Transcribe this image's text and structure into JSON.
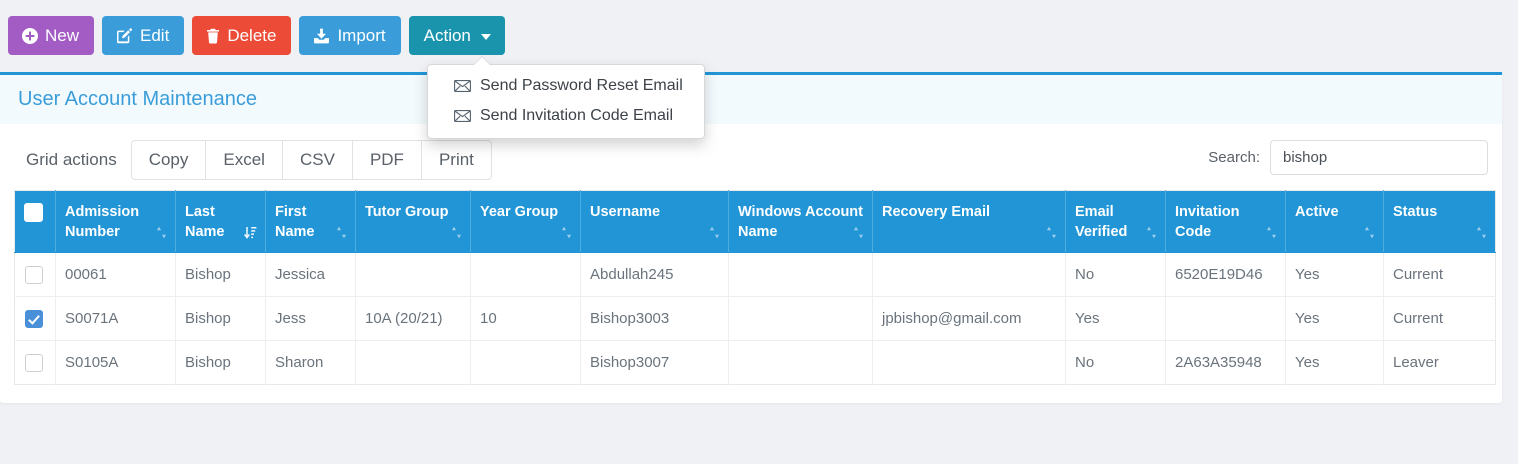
{
  "toolbar": {
    "buttons": [
      {
        "label": "New",
        "icon": "plus-circle-icon",
        "color": "#a25cc4"
      },
      {
        "label": "Edit",
        "icon": "pencil-square-icon",
        "color": "#3a9dda"
      },
      {
        "label": "Delete",
        "icon": "trash-icon",
        "color": "#ec4b38"
      },
      {
        "label": "Import",
        "icon": "download-inbox-icon",
        "color": "#3a9dda"
      },
      {
        "label": "Action",
        "icon": "caret-down-icon",
        "color": "#1a93ad"
      }
    ]
  },
  "dropdown": {
    "open": true,
    "items": [
      {
        "label": "Send Password Reset Email",
        "icon": "envelope-icon"
      },
      {
        "label": "Send Invitation Code Email",
        "icon": "envelope-icon"
      }
    ]
  },
  "panel": {
    "title": "User Account Maintenance",
    "accent_color": "#2195d6",
    "header_bg": "#f2fafd"
  },
  "gridbar": {
    "label": "Grid actions",
    "export_buttons": [
      "Copy",
      "Excel",
      "CSV",
      "PDF",
      "Print"
    ],
    "search": {
      "label": "Search:",
      "value": "bishop",
      "placeholder": ""
    }
  },
  "table": {
    "select_all_checked": false,
    "columns": [
      {
        "label": "",
        "sort": "none",
        "width": 41
      },
      {
        "label": "Admission Number",
        "sort": "both",
        "width": 120
      },
      {
        "label": "Last Name",
        "sort": "asc",
        "width": 90
      },
      {
        "label": "First Name",
        "sort": "both",
        "width": 90
      },
      {
        "label": "Tutor Group",
        "sort": "both",
        "width": 115
      },
      {
        "label": "Year Group",
        "sort": "both",
        "width": 110
      },
      {
        "label": "Username",
        "sort": "both",
        "width": 148
      },
      {
        "label": "Windows Account Name",
        "sort": "both",
        "width": 144
      },
      {
        "label": "Recovery Email",
        "sort": "both",
        "width": 193
      },
      {
        "label": "Email Verified",
        "sort": "both",
        "width": 100
      },
      {
        "label": "Invitation Code",
        "sort": "both",
        "width": 120
      },
      {
        "label": "Active",
        "sort": "both",
        "width": 98
      },
      {
        "label": "Status",
        "sort": "both",
        "width": 112
      }
    ],
    "rows": [
      {
        "selected": false,
        "admission_number": "00061",
        "last_name": "Bishop",
        "first_name": "Jessica",
        "tutor_group": "",
        "year_group": "",
        "username": "Abdullah245",
        "windows_account_name": "",
        "recovery_email": "",
        "email_verified": "No",
        "invitation_code": "6520E19D46",
        "active": "Yes",
        "status": "Current"
      },
      {
        "selected": true,
        "admission_number": "S0071A",
        "last_name": "Bishop",
        "first_name": "Jess",
        "tutor_group": "10A (20/21)",
        "year_group": "10",
        "username": "Bishop3003",
        "windows_account_name": "",
        "recovery_email": "jpbishop@gmail.com",
        "email_verified": "Yes",
        "invitation_code": "",
        "active": "Yes",
        "status": "Current"
      },
      {
        "selected": false,
        "admission_number": "S0105A",
        "last_name": "Bishop",
        "first_name": "Sharon",
        "tutor_group": "",
        "year_group": "",
        "username": "Bishop3007",
        "windows_account_name": "",
        "recovery_email": "",
        "email_verified": "No",
        "invitation_code": "2A63A35948",
        "active": "Yes",
        "status": "Leaver"
      }
    ]
  }
}
